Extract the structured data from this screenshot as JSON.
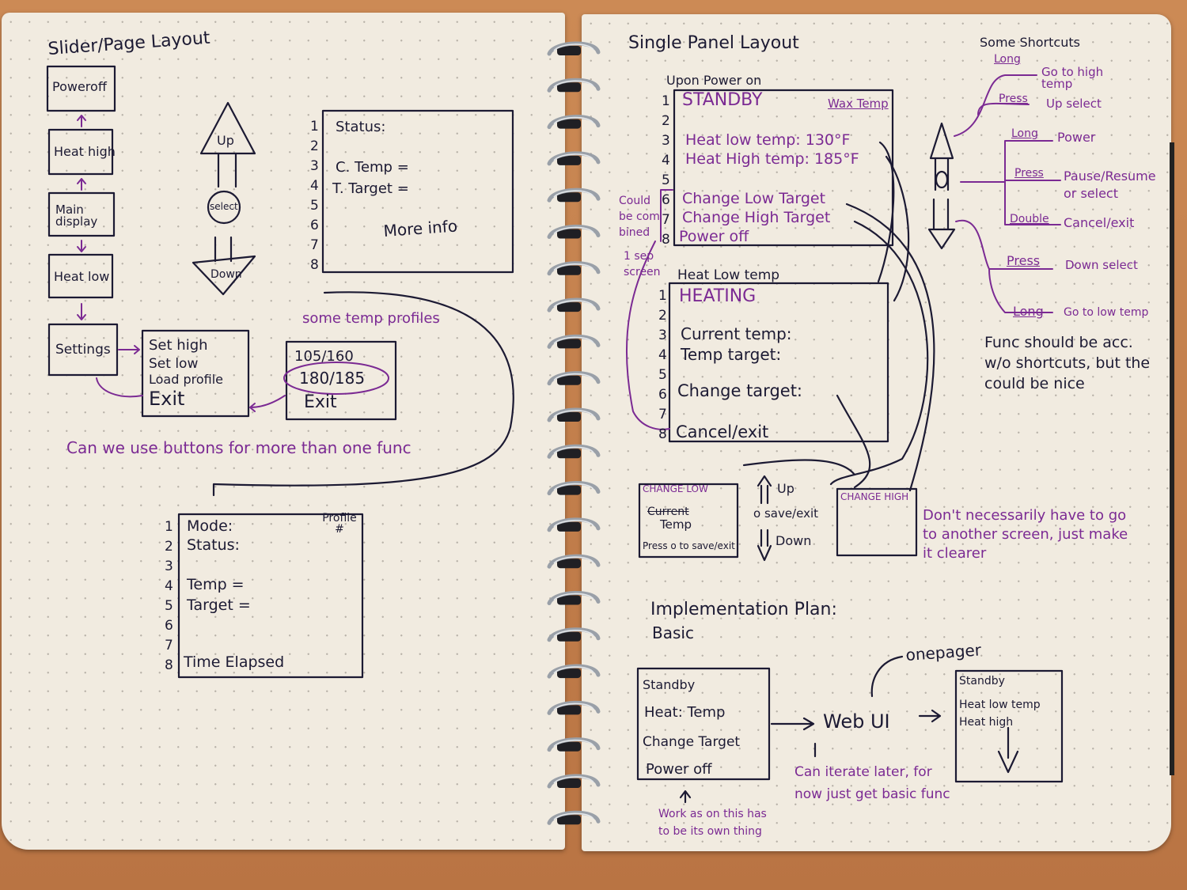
{
  "left_page": {
    "title": "Slider/Page Layout",
    "flow_boxes": [
      "Poweroff",
      "Heat high",
      "Main display",
      "Heat low",
      "Settings"
    ],
    "controls": {
      "up": "Up",
      "select": "select",
      "down": "Down"
    },
    "status_box": {
      "lines": [
        "Status:",
        "",
        "C. Temp =",
        "T. Target =",
        "",
        "",
        "",
        ""
      ],
      "note": "More info",
      "line_numbers": [
        "1",
        "2",
        "3",
        "4",
        "5",
        "6",
        "7",
        "8"
      ]
    },
    "settings_menu": [
      "Set high",
      "Set low",
      "Load profile",
      "Exit"
    ],
    "temp_profiles_label": "some temp profiles",
    "temp_profiles": [
      "105/160",
      "180/185"
    ],
    "temp_profiles_exit": "Exit",
    "question": "Can we use buttons for more than one func",
    "bottom_box": {
      "profile": "Profile #",
      "lines": [
        "Mode:",
        "Status:",
        "",
        "Temp =",
        "Target =",
        "",
        "",
        "Time Elapsed"
      ],
      "line_numbers": [
        "1",
        "2",
        "3",
        "4",
        "5",
        "6",
        "7",
        "8"
      ]
    }
  },
  "right_page": {
    "title": "Single Panel Layout",
    "upon_power_on": "Upon Power on",
    "standby_box": {
      "header": "STANDBY",
      "corner": "Wax Temp",
      "lines": [
        "",
        "Heat low temp: 130°F",
        "Heat High temp: 185°F",
        "",
        "Change Low Target",
        "Change High Target",
        "Power off"
      ],
      "line_numbers": [
        "1",
        "2",
        "3",
        "4",
        "5",
        "6",
        "7",
        "8"
      ]
    },
    "could_be_combined": [
      "Could",
      "be com",
      "bined"
    ],
    "one_sep_screen": [
      "1 sep",
      "screen"
    ],
    "heat_label": "Heat Low temp",
    "heating_box": {
      "header": "HEATING",
      "lines": [
        "",
        "Current temp:",
        "Temp target:",
        "",
        "Change target:",
        "",
        "Cancel/exit"
      ],
      "line_numbers": [
        "1",
        "2",
        "3",
        "4",
        "5",
        "6",
        "7",
        "8"
      ]
    },
    "change_low_box": {
      "title": "CHANGE LOW",
      "struck": "Current",
      "value": "Temp",
      "hint": "Press o to save/exit"
    },
    "change_low_controls": {
      "up": "Up",
      "save": "o save/exit",
      "down": "Down"
    },
    "change_high_box": {
      "title": "CHANGE HIGH"
    },
    "dont_necessarily": "Don't necessarily have to go to another screen, just make it clearer",
    "shortcuts": {
      "title": "Some Shortcuts",
      "up": [
        {
          "type": "Long",
          "action": "Go to high temp"
        },
        {
          "type": "Press",
          "action": "Up select"
        }
      ],
      "center": [
        {
          "type": "Long",
          "action": "Power"
        },
        {
          "type": "Press",
          "action": "Pause/Resume or select"
        },
        {
          "type": "Double",
          "action": "Cancel/exit"
        }
      ],
      "down": [
        {
          "type": "Press",
          "action": "Down select"
        },
        {
          "type": "Long",
          "action": "Go to low temp"
        }
      ]
    },
    "func_note": "Func should be acc. w/o shortcuts, but the could be nice",
    "implementation": {
      "title": "Implementation Plan:",
      "subtitle": "Basic"
    },
    "basic_box": [
      "Standby",
      "Heat: Temp",
      "Change Target",
      "Power off"
    ],
    "web_ui": "Web UI",
    "onepager_label": "onepager",
    "onepager_box": [
      "Standby",
      "Heat low temp",
      "Heat high"
    ],
    "iterate_note": "Can iterate later, for now just get basic func",
    "work_note": "Work as on this has to be its own thing"
  }
}
